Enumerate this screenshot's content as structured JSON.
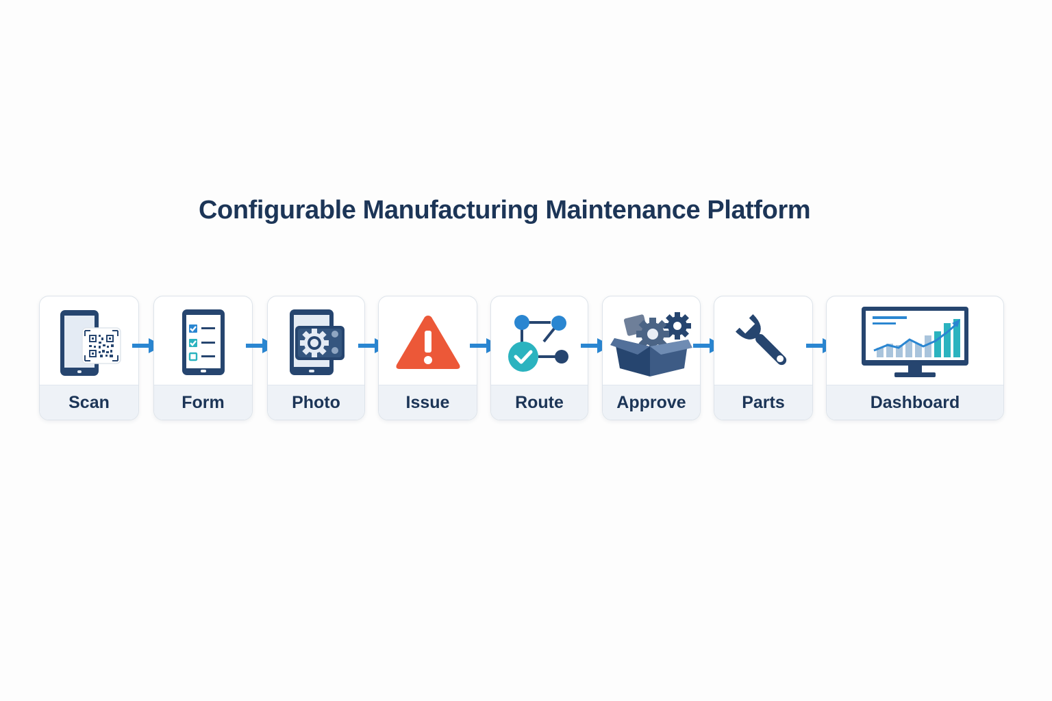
{
  "title": "Configurable Manufacturing Maintenance Platform",
  "steps": [
    {
      "label": "Scan",
      "icon": "qr-scan-phone-icon"
    },
    {
      "label": "Form",
      "icon": "checklist-tablet-icon"
    },
    {
      "label": "Photo",
      "icon": "camera-phone-icon"
    },
    {
      "label": "Issue",
      "icon": "warning-icon"
    },
    {
      "label": "Route",
      "icon": "workflow-route-icon"
    },
    {
      "label": "Approve",
      "icon": "box-gears-icon"
    },
    {
      "label": "Parts",
      "icon": "wrench-icon"
    },
    {
      "label": "Dashboard",
      "icon": "monitor-chart-icon"
    }
  ],
  "colors": {
    "navy": "#1c3557",
    "icon_navy": "#26456f",
    "arrow_blue": "#2a86d1",
    "warning_red": "#ec5838",
    "teal": "#2bb3bf",
    "label_bg": "#eef2f7"
  }
}
